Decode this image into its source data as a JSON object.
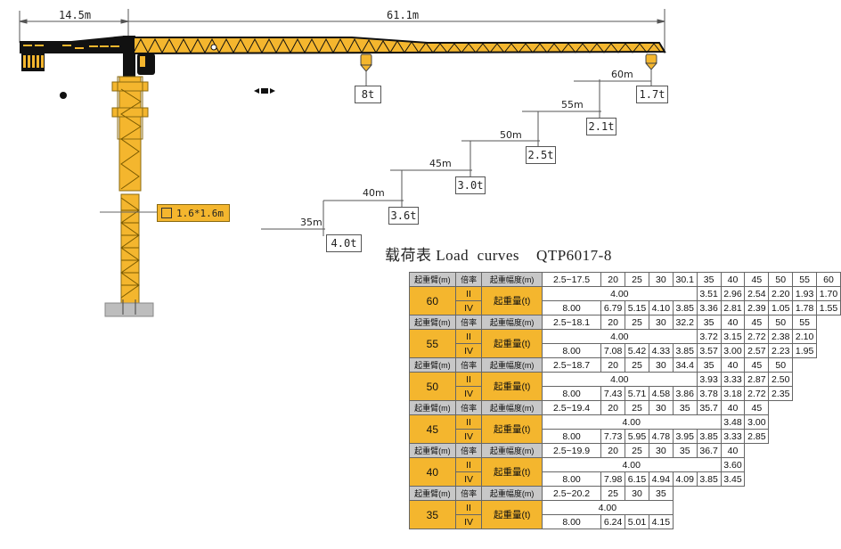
{
  "diagram": {
    "dimensions": {
      "counter_jib": "14.5m",
      "main_jib": "61.1m"
    },
    "mast_section": "1.6*1.6m",
    "max_load_label": "8t",
    "tip_load_label": "1.7t",
    "jib_steps": [
      {
        "length": "60m",
        "load": "1.7t"
      },
      {
        "length": "55m",
        "load": "2.1t"
      },
      {
        "length": "50m",
        "load": "2.5t"
      },
      {
        "length": "45m",
        "load": "3.0t"
      },
      {
        "length": "40m",
        "load": "3.6t"
      },
      {
        "length": "35m",
        "load": "4.0t"
      }
    ],
    "colors": {
      "crane_yellow": "#f4b62e",
      "crane_black": "#111111",
      "header_gray": "#c8c8c8",
      "base_gray": "#bdbdbd"
    }
  },
  "table": {
    "title": "载荷表 Load  curves    QTP6017-8",
    "header_labels": {
      "jib": "起重臂(m)",
      "ratio": "倍率",
      "radius": "起重幅度(m)",
      "capacity": "起重量(t)",
      "ratio_ii": "II",
      "ratio_iv": "IV"
    },
    "sections": [
      {
        "jib": "60",
        "radius": [
          "2.5~17.5",
          "20",
          "25",
          "30",
          "30.1",
          "35",
          "40",
          "45",
          "50",
          "55",
          "60"
        ],
        "ii_merged": "4.00",
        "ii_merged_span": 5,
        "ii_values": [
          "3.51",
          "2.96",
          "2.54",
          "2.20",
          "1.93",
          "1.70"
        ],
        "iv_values": [
          "8.00",
          "6.79",
          "5.15",
          "4.10",
          "3.85",
          "3.36",
          "2.81",
          "2.39",
          "1.05",
          "1.78",
          "1.55"
        ]
      },
      {
        "jib": "55",
        "radius": [
          "2.5~18.1",
          "20",
          "25",
          "30",
          "32.2",
          "35",
          "40",
          "45",
          "50",
          "55"
        ],
        "ii_merged": "4.00",
        "ii_merged_span": 5,
        "ii_values": [
          "3.72",
          "3.15",
          "2.72",
          "2.38",
          "2.10"
        ],
        "iv_values": [
          "8.00",
          "7.08",
          "5.42",
          "4.33",
          "3.85",
          "3.57",
          "3.00",
          "2.57",
          "2.23",
          "1.95"
        ]
      },
      {
        "jib": "50",
        "radius": [
          "2.5~18.7",
          "20",
          "25",
          "30",
          "34.4",
          "35",
          "40",
          "45",
          "50"
        ],
        "ii_merged": "4.00",
        "ii_merged_span": 5,
        "ii_values": [
          "3.93",
          "3.33",
          "2.87",
          "2.50"
        ],
        "iv_values": [
          "8.00",
          "7.43",
          "5.71",
          "4.58",
          "3.86",
          "3.78",
          "3.18",
          "2.72",
          "2.35"
        ]
      },
      {
        "jib": "45",
        "radius": [
          "2.5~19.4",
          "20",
          "25",
          "30",
          "35",
          "35.7",
          "40",
          "45"
        ],
        "ii_merged": "4.00",
        "ii_merged_span": 6,
        "ii_values": [
          "3.48",
          "3.00"
        ],
        "iv_values": [
          "8.00",
          "7.73",
          "5.95",
          "4.78",
          "3.95",
          "3.85",
          "3.33",
          "2.85"
        ]
      },
      {
        "jib": "40",
        "radius": [
          "2.5~19.9",
          "20",
          "25",
          "30",
          "35",
          "36.7",
          "40"
        ],
        "ii_merged": "4.00",
        "ii_merged_span": 6,
        "ii_values": [
          "3.60"
        ],
        "iv_values": [
          "8.00",
          "7.98",
          "6.15",
          "4.94",
          "4.09",
          "3.85",
          "3.45"
        ]
      },
      {
        "jib": "35",
        "radius": [
          "2.5~20.2",
          "25",
          "30",
          "35"
        ],
        "ii_merged": "4.00",
        "ii_merged_span": 4,
        "ii_values": [],
        "iv_values": [
          "8.00",
          "6.24",
          "5.01",
          "4.15"
        ]
      }
    ]
  }
}
